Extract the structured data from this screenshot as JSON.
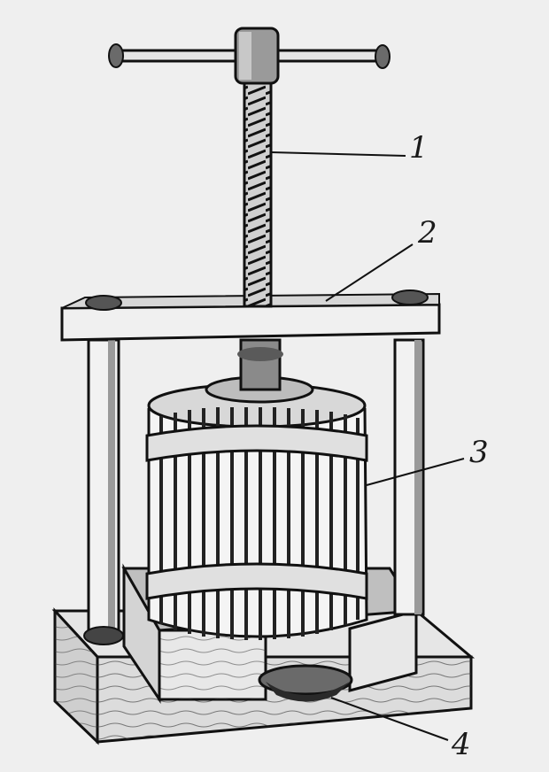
{
  "labels": {
    "screw": "1",
    "crossbeam": "2",
    "basket": "3",
    "spout": "4"
  },
  "colors": {
    "background": "#efefef",
    "ink": "#1a1a1a",
    "paper_shadow": "#cfcfcf"
  }
}
